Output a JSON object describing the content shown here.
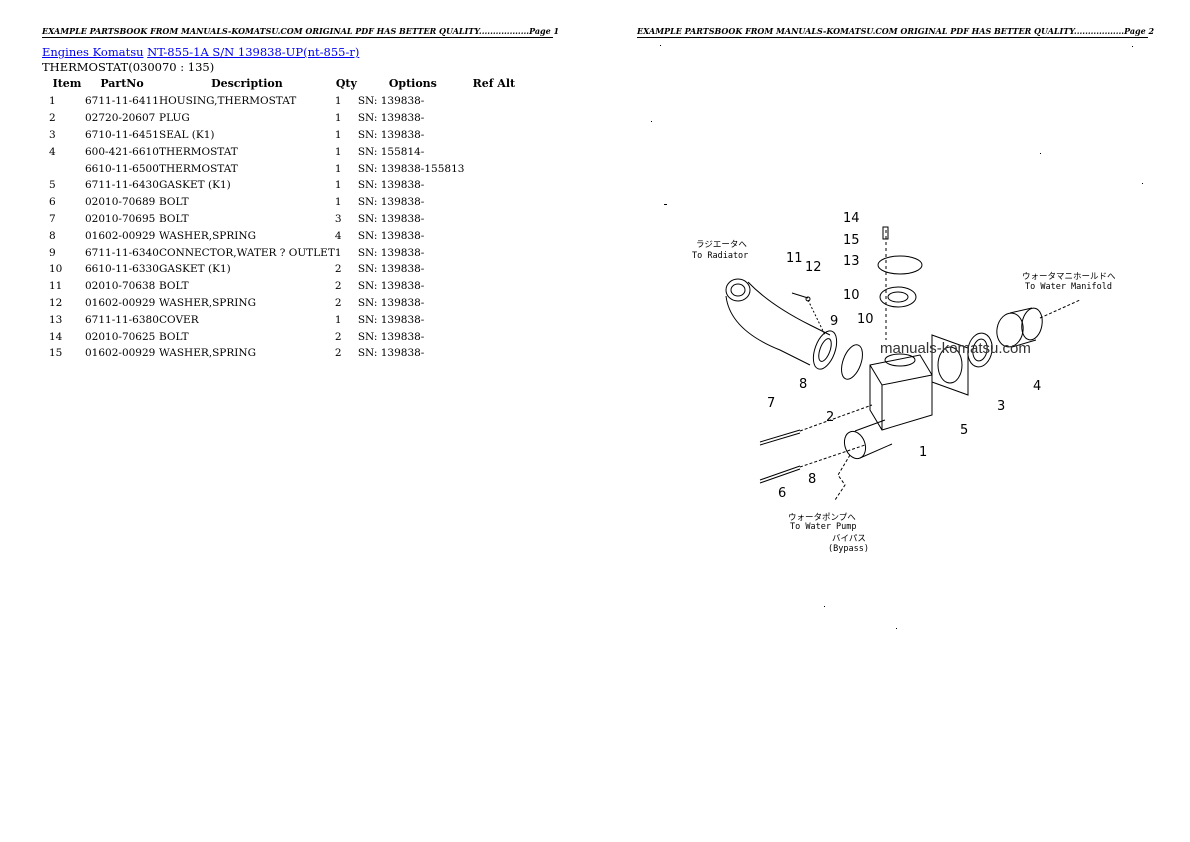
{
  "pages": [
    {
      "header": "EXAMPLE PARTSBOOK FROM MANUALS-KOMATSU.COM ORIGINAL PDF HAS BETTER QUALITY..................Page 1"
    },
    {
      "header": "EXAMPLE PARTSBOOK FROM MANUALS-KOMATSU.COM ORIGINAL PDF HAS BETTER QUALITY..................Page 2"
    }
  ],
  "breadcrumb": {
    "link1": "Engines Komatsu",
    "link2": "NT-855-1A S/N 139838-UP(nt-855-r)"
  },
  "section_title": "THERMOSTAT(030070 : 135)",
  "table": {
    "headers": [
      "Item",
      "PartNo",
      "Description",
      "Qty",
      "Options",
      "Ref Alt"
    ],
    "rows": [
      {
        "item": "1",
        "part": "6711-11-6411",
        "desc": "HOUSING,THERMOSTAT",
        "qty": "1",
        "opt": "SN: 139838-"
      },
      {
        "item": "2",
        "part": "02720-20607",
        "desc": "PLUG",
        "qty": "1",
        "opt": "SN: 139838-"
      },
      {
        "item": "3",
        "part": "6710-11-6451",
        "desc": "SEAL (K1)",
        "qty": "1",
        "opt": "SN: 139838-"
      },
      {
        "item": "4",
        "part": "600-421-6610",
        "desc": "THERMOSTAT",
        "qty": "1",
        "opt": "SN: 155814-"
      },
      {
        "item": "",
        "part": "6610-11-6500",
        "desc": "THERMOSTAT",
        "qty": "1",
        "opt": "SN: 139838-155813"
      },
      {
        "item": "5",
        "part": "6711-11-6430",
        "desc": "GASKET (K1)",
        "qty": "1",
        "opt": "SN: 139838-"
      },
      {
        "item": "6",
        "part": "02010-70689",
        "desc": "BOLT",
        "qty": "1",
        "opt": "SN: 139838-"
      },
      {
        "item": "7",
        "part": "02010-70695",
        "desc": "BOLT",
        "qty": "3",
        "opt": "SN: 139838-"
      },
      {
        "item": "8",
        "part": "01602-00929",
        "desc": "WASHER,SPRING",
        "qty": "4",
        "opt": "SN: 139838-"
      },
      {
        "item": "9",
        "part": "6711-11-6340",
        "desc": "CONNECTOR,WATER ? OUTLET",
        "qty": "1",
        "opt": "SN: 139838-"
      },
      {
        "item": "10",
        "part": "6610-11-6330",
        "desc": "GASKET (K1)",
        "qty": "2",
        "opt": "SN: 139838-"
      },
      {
        "item": "11",
        "part": "02010-70638",
        "desc": "BOLT",
        "qty": "2",
        "opt": "SN: 139838-"
      },
      {
        "item": "12",
        "part": "01602-00929",
        "desc": "WASHER,SPRING",
        "qty": "2",
        "opt": "SN: 139838-"
      },
      {
        "item": "13",
        "part": "6711-11-6380",
        "desc": "COVER",
        "qty": "1",
        "opt": "SN: 139838-"
      },
      {
        "item": "14",
        "part": "02010-70625",
        "desc": "BOLT",
        "qty": "2",
        "opt": "SN: 139838-"
      },
      {
        "item": "15",
        "part": "01602-00929",
        "desc": "WASHER,SPRING",
        "qty": "2",
        "opt": "SN: 139838-"
      }
    ]
  },
  "diagram": {
    "watermark": "manuals-komatsu.com",
    "labels": {
      "radiator_jp": "ラジエータへ",
      "radiator_en": "To Radiator",
      "manifold_jp": "ウォータマニホールドへ",
      "manifold_en": "To Water Manifold",
      "pump_jp": "ウォータポンプへ",
      "pump_en": "To Water Pump",
      "bypass_jp": "バイパス",
      "bypass_en": "(Bypass)"
    },
    "callouts": [
      "14",
      "15",
      "13",
      "10",
      "11",
      "12",
      "9",
      "10",
      "8",
      "7",
      "2",
      "6",
      "8",
      "1",
      "5",
      "3",
      "4"
    ]
  }
}
